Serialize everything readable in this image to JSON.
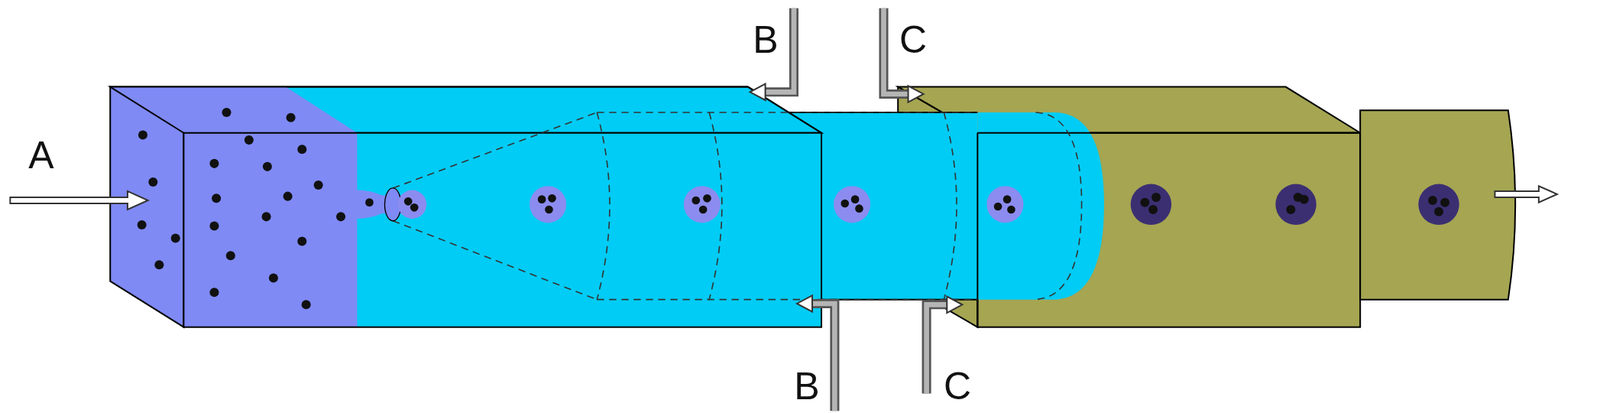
{
  "diagram": {
    "labels": [
      "A",
      "B",
      "C",
      "B",
      "C"
    ]
  }
}
